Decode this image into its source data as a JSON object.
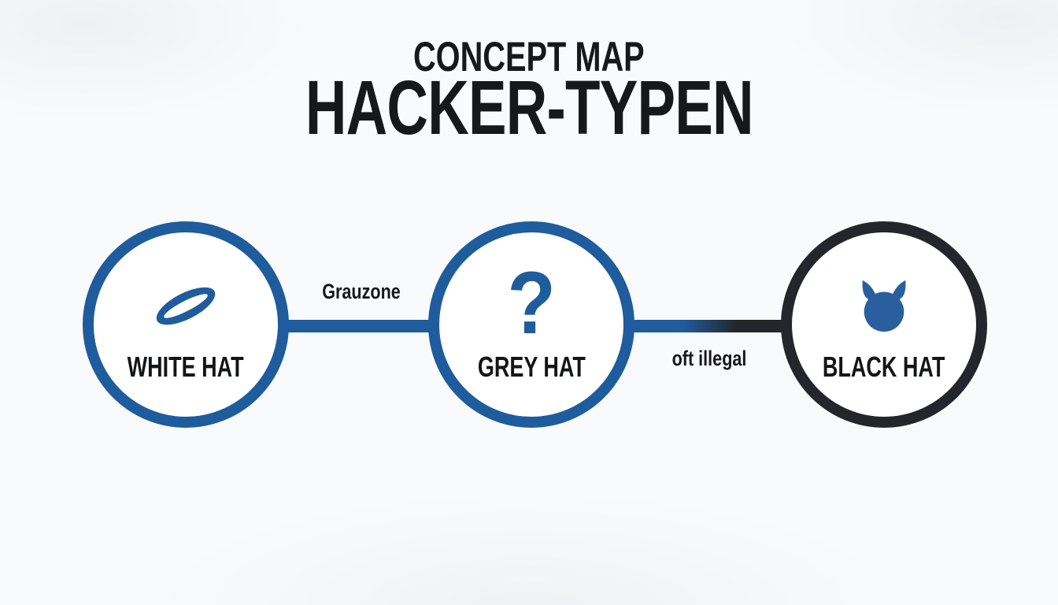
{
  "page": {
    "background": "#f9fafb"
  },
  "title": {
    "eyebrow": "CONCEPT MAP",
    "main": "HACKER-TYPEN"
  },
  "nodes": [
    {
      "id": "white-hat",
      "label": "WHITE HAT",
      "icon": "halo-icon",
      "border_color": "#1f5c9d"
    },
    {
      "id": "grey-hat",
      "label": "GREY HAT",
      "icon": "question-mark-icon",
      "icon_glyph": "?",
      "border_color": "#1f5c9d"
    },
    {
      "id": "black-hat",
      "label": "BLACK HAT",
      "icon": "devil-icon",
      "border_color": "#24262b"
    }
  ],
  "edges": [
    {
      "from": "WHITE HAT",
      "to": "GREY HAT",
      "label": "Grauzone",
      "color": "#1f5c9d"
    },
    {
      "from": "GREY HAT",
      "to": "BLACK HAT",
      "label": "oft illegal",
      "color_start": "#1f5c9d",
      "color_end": "#24262b"
    }
  ],
  "colors": {
    "accent_blue": "#1f5c9d",
    "dark": "#24262b",
    "text": "#17181a",
    "background": "#f9fafb"
  }
}
